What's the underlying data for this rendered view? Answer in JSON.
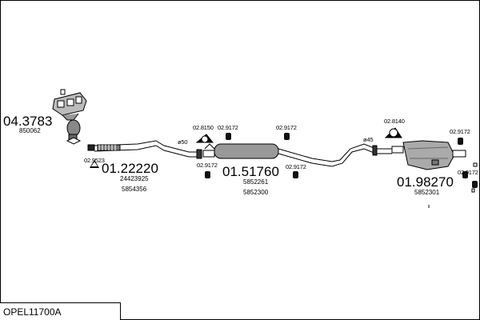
{
  "title": "OPEL11700A",
  "parts": {
    "manifold": {
      "number": "04.3783",
      "oem": "850062"
    },
    "front_pipe": {
      "number": "01.22220",
      "oem1": "24423925",
      "oem2": "5854356"
    },
    "middle_silencer": {
      "number": "01.51760",
      "oem1": "5852261",
      "oem2": "5852300"
    },
    "rear_silencer": {
      "number": "01.98270",
      "oem": "5852301"
    }
  },
  "accessories": {
    "bolt_a": "02.9523",
    "ring_mid": "02.8150",
    "hanger_1": "02.9172",
    "hanger_2": "02.9172",
    "hanger_3": "02.9172",
    "hanger_4": "02.9172",
    "ring_rear": "02.8140",
    "hanger_5": "02.9172",
    "hanger_6": "02.9172"
  },
  "diameters": {
    "d1": "ø50",
    "d2": "ø45"
  }
}
